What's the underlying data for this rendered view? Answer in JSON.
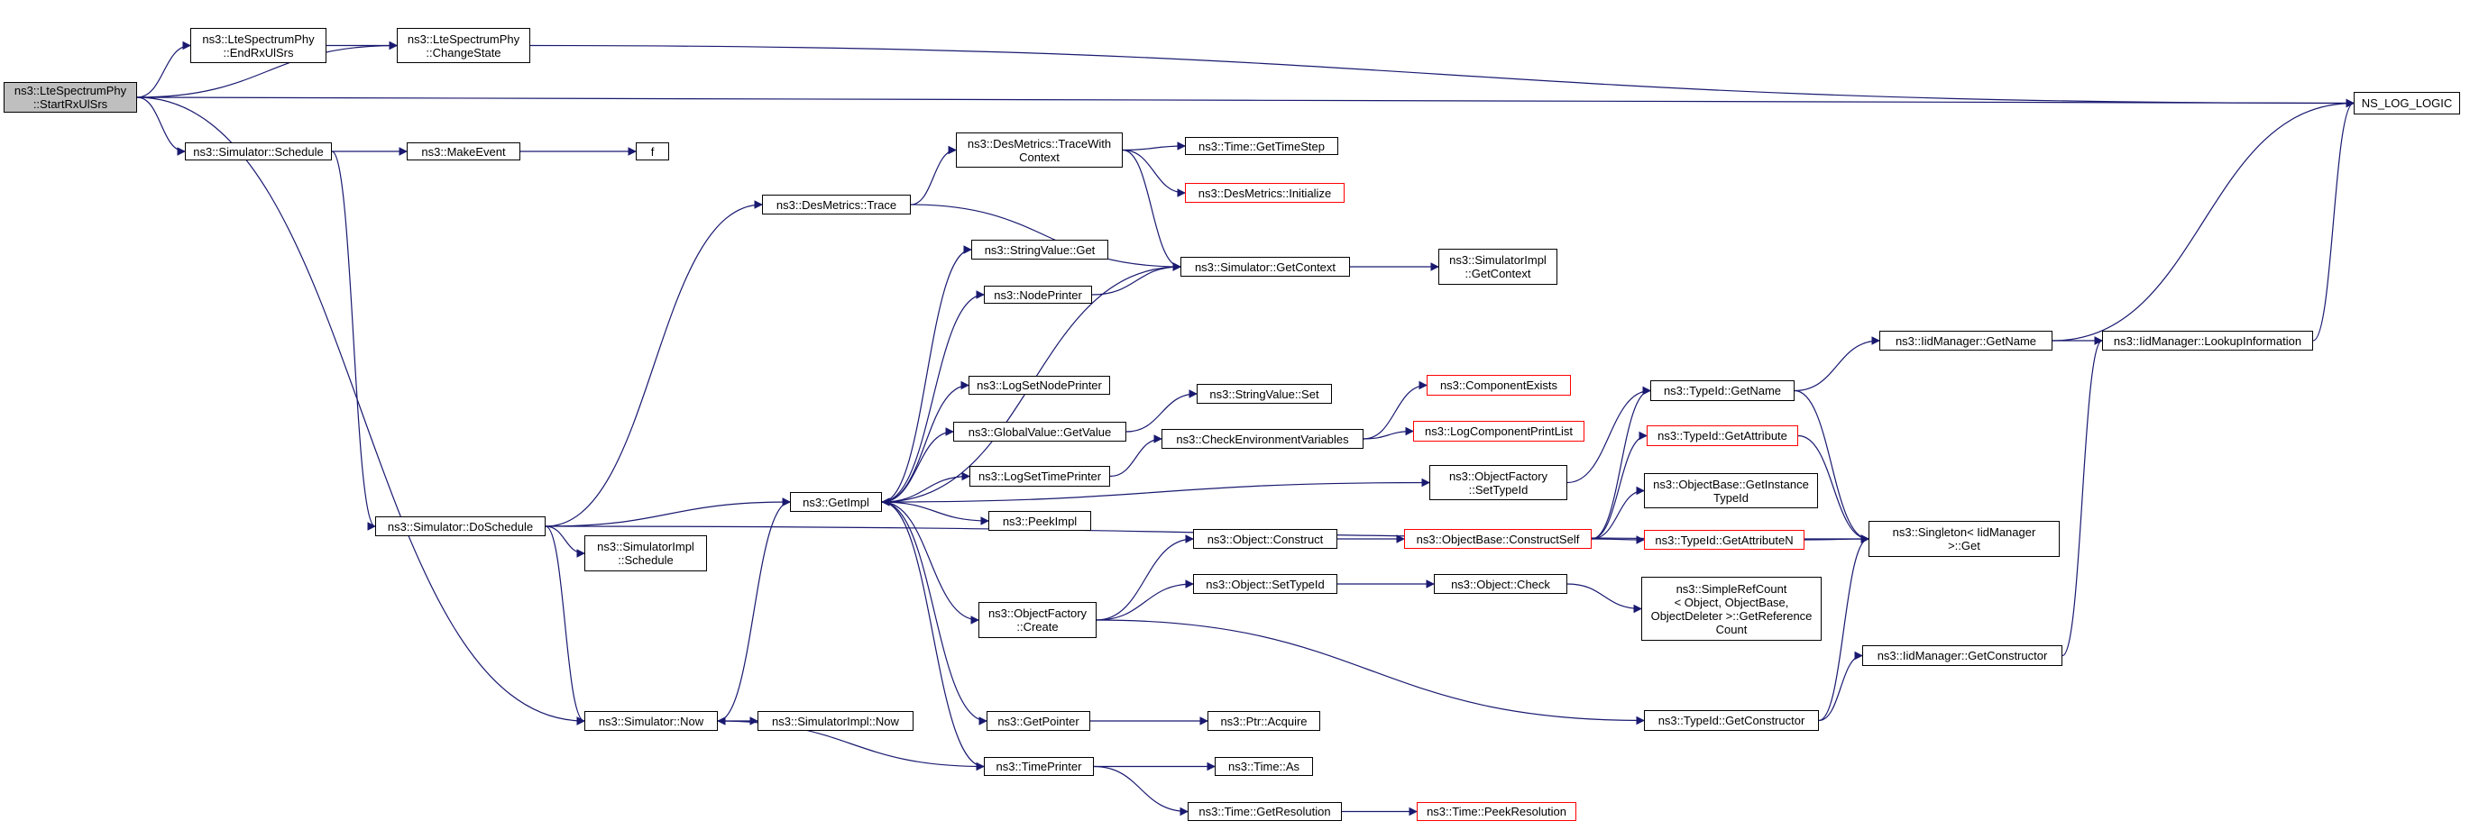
{
  "colors": {
    "edge": "#191970",
    "node_border": "#000000",
    "incomplete_border": "#ff0000",
    "root_fill": "#bfbfbf"
  },
  "nodes": {
    "start_rx_ul_srs": {
      "label": "ns3::LteSpectrumPhy\n::StartRxUlSrs"
    },
    "end_rx_ul_srs": {
      "label": "ns3::LteSpectrumPhy\n::EndRxUlSrs"
    },
    "change_state": {
      "label": "ns3::LteSpectrumPhy\n::ChangeState"
    },
    "ns_log_logic": {
      "label": "NS_LOG_LOGIC"
    },
    "sim_schedule": {
      "label": "ns3::Simulator::Schedule"
    },
    "make_event": {
      "label": "ns3::MakeEvent"
    },
    "f": {
      "label": "f"
    },
    "des_trace_with_context": {
      "label": "ns3::DesMetrics::TraceWith\nContext"
    },
    "time_get_time_step": {
      "label": "ns3::Time::GetTimeStep"
    },
    "des_initialize": {
      "label": "ns3::DesMetrics::Initialize"
    },
    "des_trace": {
      "label": "ns3::DesMetrics::Trace"
    },
    "string_value_get": {
      "label": "ns3::StringValue::Get"
    },
    "node_printer": {
      "label": "ns3::NodePrinter"
    },
    "sim_get_context": {
      "label": "ns3::Simulator::GetContext"
    },
    "simimpl_get_context": {
      "label": "ns3::SimulatorImpl\n::GetContext"
    },
    "iid_get_name": {
      "label": "ns3::IidManager::GetName"
    },
    "iid_lookup_information": {
      "label": "ns3::IidManager::LookupInformation"
    },
    "log_set_node_printer": {
      "label": "ns3::LogSetNodePrinter"
    },
    "string_value_set": {
      "label": "ns3::StringValue::Set"
    },
    "component_exists": {
      "label": "ns3::ComponentExists"
    },
    "typeid_get_name": {
      "label": "ns3::TypeId::GetName"
    },
    "global_value_get_value": {
      "label": "ns3::GlobalValue::GetValue"
    },
    "check_env_vars": {
      "label": "ns3::CheckEnvironmentVariables"
    },
    "log_component_print_list": {
      "label": "ns3::LogComponentPrintList"
    },
    "typeid_get_attribute": {
      "label": "ns3::TypeId::GetAttribute"
    },
    "log_set_time_printer": {
      "label": "ns3::LogSetTimePrinter"
    },
    "object_factory_set_typeid": {
      "label": "ns3::ObjectFactory\n::SetTypeId"
    },
    "objectbase_get_instance_typeid": {
      "label": "ns3::ObjectBase::GetInstance\nTypeId"
    },
    "sim_do_schedule": {
      "label": "ns3::Simulator::DoSchedule"
    },
    "get_impl": {
      "label": "ns3::GetImpl"
    },
    "peek_impl": {
      "label": "ns3::PeekImpl"
    },
    "object_construct": {
      "label": "ns3::Object::Construct"
    },
    "objectbase_construct_self": {
      "label": "ns3::ObjectBase::ConstructSelf"
    },
    "typeid_get_attribute_n": {
      "label": "ns3::TypeId::GetAttributeN"
    },
    "singleton_get": {
      "label": "ns3::Singleton< IidManager\n>::Get"
    },
    "simimpl_schedule": {
      "label": "ns3::SimulatorImpl\n::Schedule"
    },
    "object_set_typeid": {
      "label": "ns3::Object::SetTypeId"
    },
    "object_check": {
      "label": "ns3::Object::Check"
    },
    "simple_ref_count": {
      "label": "ns3::SimpleRefCount\n< Object, ObjectBase,\nObjectDeleter >::GetReference\nCount"
    },
    "object_factory_create": {
      "label": "ns3::ObjectFactory\n::Create"
    },
    "iid_get_constructor": {
      "label": "ns3::IidManager::GetConstructor"
    },
    "sim_now": {
      "label": "ns3::Simulator::Now"
    },
    "simimpl_now": {
      "label": "ns3::SimulatorImpl::Now"
    },
    "get_pointer": {
      "label": "ns3::GetPointer"
    },
    "ptr_acquire": {
      "label": "ns3::Ptr::Acquire"
    },
    "typeid_get_constructor": {
      "label": "ns3::TypeId::GetConstructor"
    },
    "time_printer": {
      "label": "ns3::TimePrinter"
    },
    "time_as": {
      "label": "ns3::Time::As"
    },
    "time_get_resolution": {
      "label": "ns3::Time::GetResolution"
    },
    "time_peek_resolution": {
      "label": "ns3::Time::PeekResolution"
    }
  },
  "edges": [
    [
      "start_rx_ul_srs",
      "end_rx_ul_srs"
    ],
    [
      "start_rx_ul_srs",
      "change_state"
    ],
    [
      "start_rx_ul_srs",
      "ns_log_logic"
    ],
    [
      "start_rx_ul_srs",
      "sim_schedule"
    ],
    [
      "start_rx_ul_srs",
      "sim_now"
    ],
    [
      "end_rx_ul_srs",
      "change_state"
    ],
    [
      "change_state",
      "ns_log_logic"
    ],
    [
      "sim_schedule",
      "make_event"
    ],
    [
      "sim_schedule",
      "sim_do_schedule"
    ],
    [
      "make_event",
      "f"
    ],
    [
      "sim_do_schedule",
      "des_trace"
    ],
    [
      "sim_do_schedule",
      "get_impl"
    ],
    [
      "sim_do_schedule",
      "simimpl_schedule"
    ],
    [
      "sim_do_schedule",
      "sim_now"
    ],
    [
      "sim_do_schedule",
      "singleton_get"
    ],
    [
      "des_trace",
      "des_trace_with_context"
    ],
    [
      "des_trace",
      "sim_get_context"
    ],
    [
      "des_trace_with_context",
      "time_get_time_step"
    ],
    [
      "des_trace_with_context",
      "des_initialize"
    ],
    [
      "des_trace_with_context",
      "sim_get_context"
    ],
    [
      "sim_get_context",
      "simimpl_get_context"
    ],
    [
      "sim_get_context",
      "get_impl"
    ],
    [
      "get_impl",
      "string_value_get"
    ],
    [
      "get_impl",
      "node_printer"
    ],
    [
      "get_impl",
      "log_set_node_printer"
    ],
    [
      "get_impl",
      "global_value_get_value"
    ],
    [
      "get_impl",
      "log_set_time_printer"
    ],
    [
      "get_impl",
      "peek_impl"
    ],
    [
      "get_impl",
      "object_factory_set_typeid"
    ],
    [
      "get_impl",
      "object_factory_create"
    ],
    [
      "get_impl",
      "get_pointer"
    ],
    [
      "get_impl",
      "time_printer"
    ],
    [
      "node_printer",
      "sim_get_context"
    ],
    [
      "global_value_get_value",
      "string_value_set"
    ],
    [
      "log_set_time_printer",
      "check_env_vars"
    ],
    [
      "check_env_vars",
      "component_exists"
    ],
    [
      "check_env_vars",
      "log_component_print_list"
    ],
    [
      "object_factory_set_typeid",
      "typeid_get_name"
    ],
    [
      "typeid_get_name",
      "iid_get_name"
    ],
    [
      "typeid_get_name",
      "singleton_get"
    ],
    [
      "iid_get_name",
      "iid_lookup_information"
    ],
    [
      "iid_get_name",
      "ns_log_logic"
    ],
    [
      "iid_lookup_information",
      "ns_log_logic"
    ],
    [
      "object_factory_create",
      "object_construct"
    ],
    [
      "object_factory_create",
      "object_set_typeid"
    ],
    [
      "object_factory_create",
      "typeid_get_constructor"
    ],
    [
      "object_construct",
      "objectbase_construct_self"
    ],
    [
      "objectbase_construct_self",
      "typeid_get_name"
    ],
    [
      "objectbase_construct_self",
      "typeid_get_attribute"
    ],
    [
      "objectbase_construct_self",
      "objectbase_get_instance_typeid"
    ],
    [
      "objectbase_construct_self",
      "typeid_get_attribute_n"
    ],
    [
      "typeid_get_attribute",
      "singleton_get"
    ],
    [
      "typeid_get_attribute_n",
      "singleton_get"
    ],
    [
      "object_set_typeid",
      "object_check"
    ],
    [
      "object_check",
      "simple_ref_count"
    ],
    [
      "typeid_get_constructor",
      "iid_get_constructor"
    ],
    [
      "typeid_get_constructor",
      "singleton_get"
    ],
    [
      "iid_get_constructor",
      "iid_lookup_information"
    ],
    [
      "sim_now",
      "simimpl_now"
    ],
    [
      "sim_now",
      "get_impl"
    ],
    [
      "get_pointer",
      "ptr_acquire"
    ],
    [
      "time_printer",
      "sim_now"
    ],
    [
      "time_printer",
      "time_as"
    ],
    [
      "time_printer",
      "time_get_resolution"
    ],
    [
      "time_get_resolution",
      "time_peek_resolution"
    ]
  ]
}
